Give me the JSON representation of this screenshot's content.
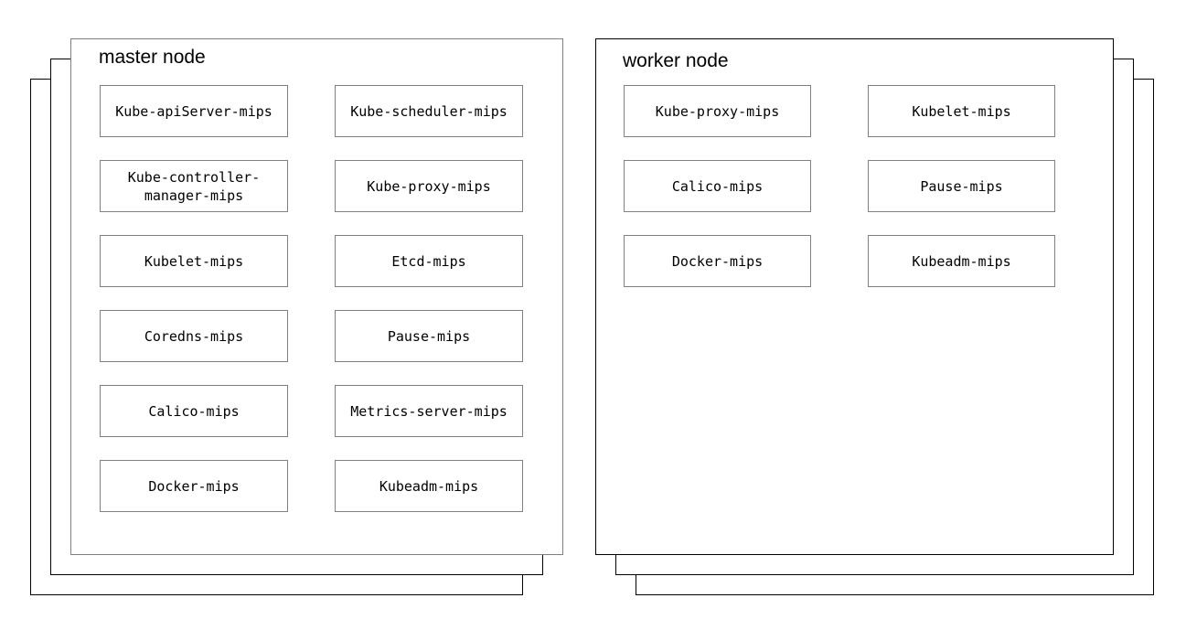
{
  "diagram": {
    "type": "kubernetes-node-components",
    "background_color": "#ffffff",
    "card_border_color_master": "#808080",
    "card_border_color_worker": "#000000",
    "stack_border_color": "#000000",
    "box_border_color": "#808080",
    "text_color": "#000000"
  },
  "master": {
    "title": "master node",
    "components": [
      "Kube-apiServer-mips",
      "Kube-scheduler-mips",
      "Kube-controller-manager-mips",
      "Kube-proxy-mips",
      "Kubelet-mips",
      "Etcd-mips",
      "Coredns-mips",
      "Pause-mips",
      "Calico-mips",
      "Metrics-server-mips",
      "Docker-mips",
      "Kubeadm-mips"
    ]
  },
  "worker": {
    "title": "worker node",
    "components": [
      "Kube-proxy-mips",
      "Kubelet-mips",
      "Calico-mips",
      "Pause-mips",
      "Docker-mips",
      "Kubeadm-mips"
    ]
  }
}
